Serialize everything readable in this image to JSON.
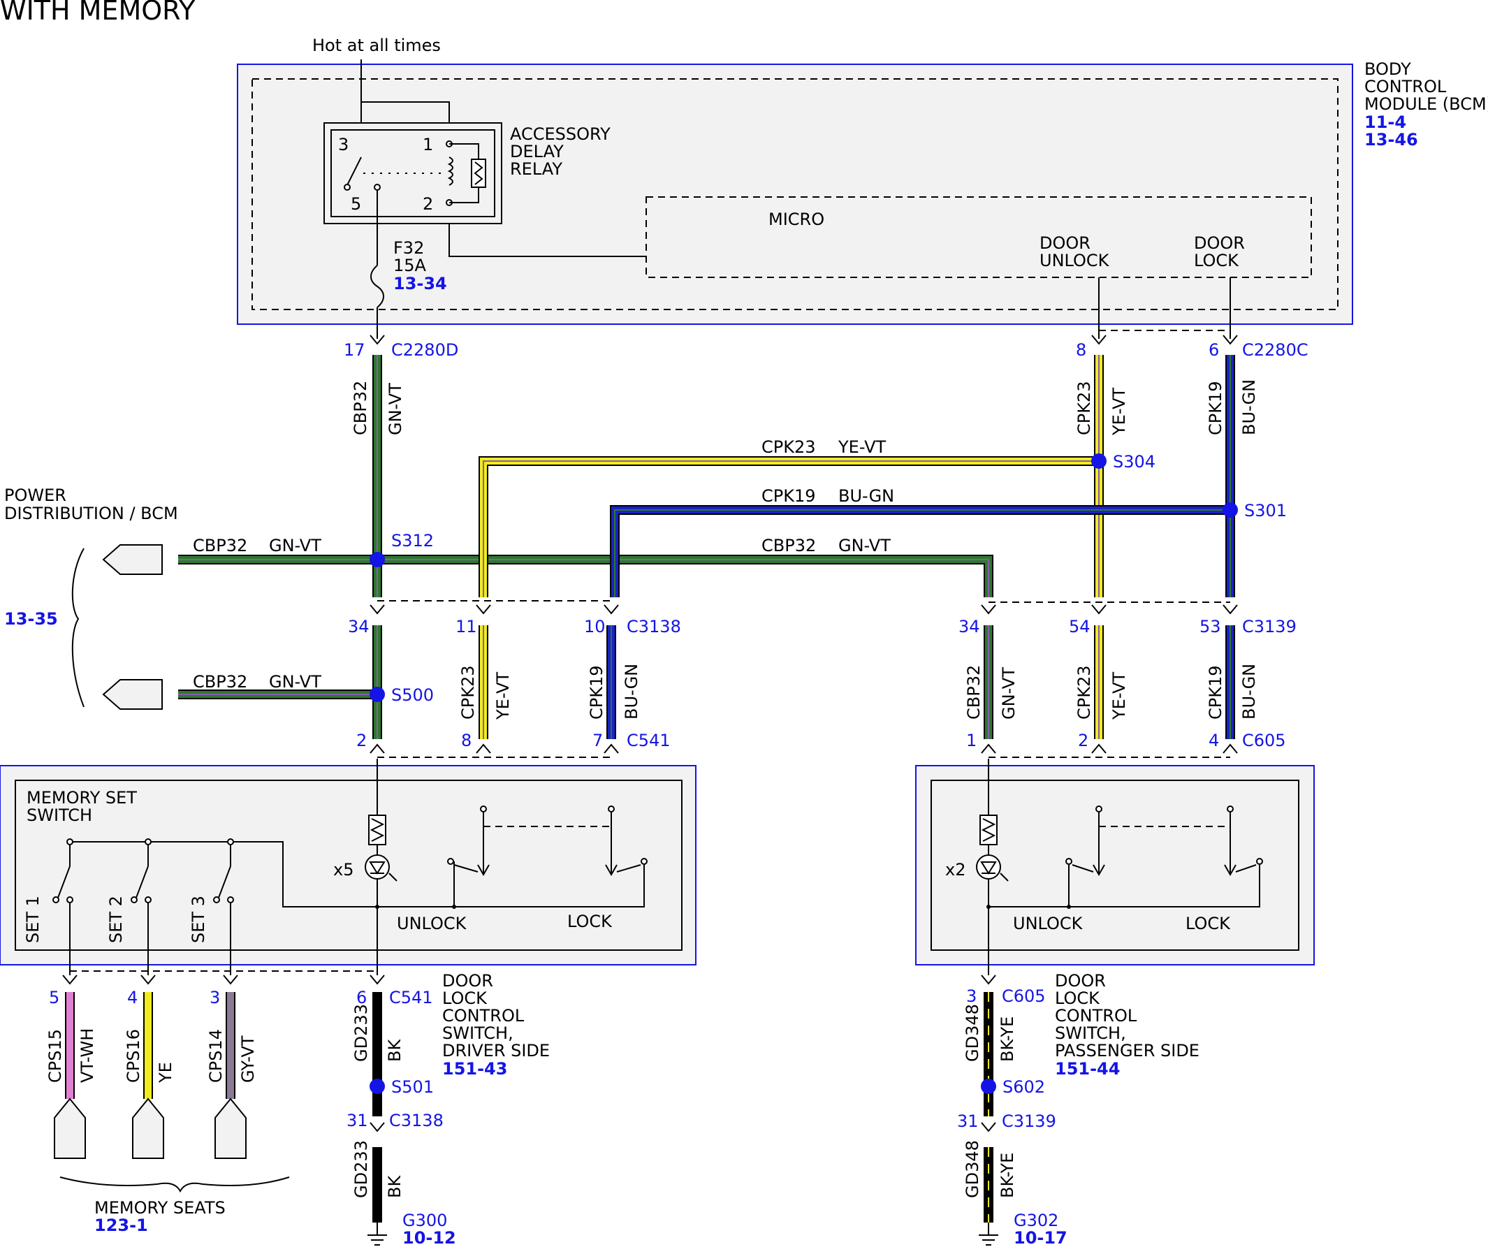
{
  "title": "WITH MEMORY",
  "hot_label": "Hot at all times",
  "bcm": {
    "name": [
      "BODY",
      "CONTROL",
      "MODULE (BCM)"
    ],
    "refs": [
      "11-4",
      "13-46"
    ]
  },
  "relay": {
    "name": [
      "ACCESSORY",
      "DELAY",
      "RELAY"
    ],
    "pins": [
      "3",
      "1",
      "5",
      "2"
    ]
  },
  "fuse": {
    "name": "F32",
    "rating": "15A",
    "ref": "13-34"
  },
  "micro": {
    "name": "MICRO",
    "door_unlock": [
      "DOOR",
      "UNLOCK"
    ],
    "door_lock": [
      "DOOR",
      "LOCK"
    ]
  },
  "connectors": {
    "c2280d": {
      "pin": "17",
      "name": "C2280D"
    },
    "c2280c_unlock": {
      "pin": "8"
    },
    "c2280c": {
      "pin": "6",
      "name": "C2280C"
    },
    "c3138": {
      "pins": [
        "34",
        "11",
        "10"
      ],
      "name": "C3138"
    },
    "c3139": {
      "pins": [
        "34",
        "54",
        "53"
      ],
      "name": "C3139"
    },
    "c541": {
      "pins": [
        "2",
        "8",
        "7"
      ],
      "name": "C541"
    },
    "c605": {
      "pins": [
        "1",
        "2",
        "4"
      ],
      "name": "C605"
    },
    "c541_ground": {
      "pin": "6",
      "name": "C541"
    },
    "c605_ground": {
      "pin": "3",
      "name": "C605"
    },
    "c3138_ground": {
      "pin": "31",
      "name": "C3138"
    },
    "c3139_ground": {
      "pin": "31",
      "name": "C3139"
    },
    "memory_seat_pins": [
      "5",
      "4",
      "3"
    ]
  },
  "splices": {
    "s312": "S312",
    "s304": "S304",
    "s301": "S301",
    "s500": "S500",
    "s501": "S501",
    "s602": "S602"
  },
  "wires": {
    "cbp32": {
      "circuit": "CBP32",
      "color": "GN-VT",
      "hex1": "#2c7a2c",
      "hex2": "#8a5ab0"
    },
    "cpk23": {
      "circuit": "CPK23",
      "color": "YE-VT",
      "hex1": "#f0ec1e",
      "hex2": "#8a5ab0"
    },
    "cpk19": {
      "circuit": "CPK19",
      "color": "BU-GN",
      "hex1": "#1a22c8",
      "hex2": "#2c7a2c"
    },
    "gd233": {
      "circuit": "GD233",
      "color": "BK",
      "hex1": "#000000"
    },
    "gd348": {
      "circuit": "GD348",
      "color": "BK-YE",
      "hex1": "#000000",
      "hex2": "#f0ec1e"
    },
    "cps15": {
      "circuit": "CPS15",
      "color": "VT-WH",
      "hex1": "#e080d0"
    },
    "cps16": {
      "circuit": "CPS16",
      "color": "YE",
      "hex1": "#f0ec1e"
    },
    "cps14": {
      "circuit": "CPS14",
      "color": "GY-VT",
      "hex1": "#8a7a96"
    }
  },
  "power_distribution": {
    "name": [
      "POWER",
      "DISTRIBUTION / BCM"
    ],
    "ref": "13-35"
  },
  "driver_switch": {
    "module_name": [
      "MEMORY SET",
      "SWITCH"
    ],
    "sets": [
      "SET 1",
      "SET 2",
      "SET 3"
    ],
    "led_count": "x5",
    "unlock": "UNLOCK",
    "lock": "LOCK",
    "name": [
      "DOOR",
      "LOCK",
      "CONTROL",
      "SWITCH,",
      "DRIVER SIDE"
    ],
    "ref": "151-43"
  },
  "passenger_switch": {
    "led_count": "x2",
    "unlock": "UNLOCK",
    "lock": "LOCK",
    "name": [
      "DOOR",
      "LOCK",
      "CONTROL",
      "SWITCH,",
      "PASSENGER SIDE"
    ],
    "ref": "151-44"
  },
  "memory_seats": {
    "name": "MEMORY SEATS",
    "ref": "123-1"
  },
  "grounds": {
    "g300": {
      "name": "G300",
      "ref": "10-12"
    },
    "g302": {
      "name": "G302",
      "ref": "10-17"
    }
  }
}
